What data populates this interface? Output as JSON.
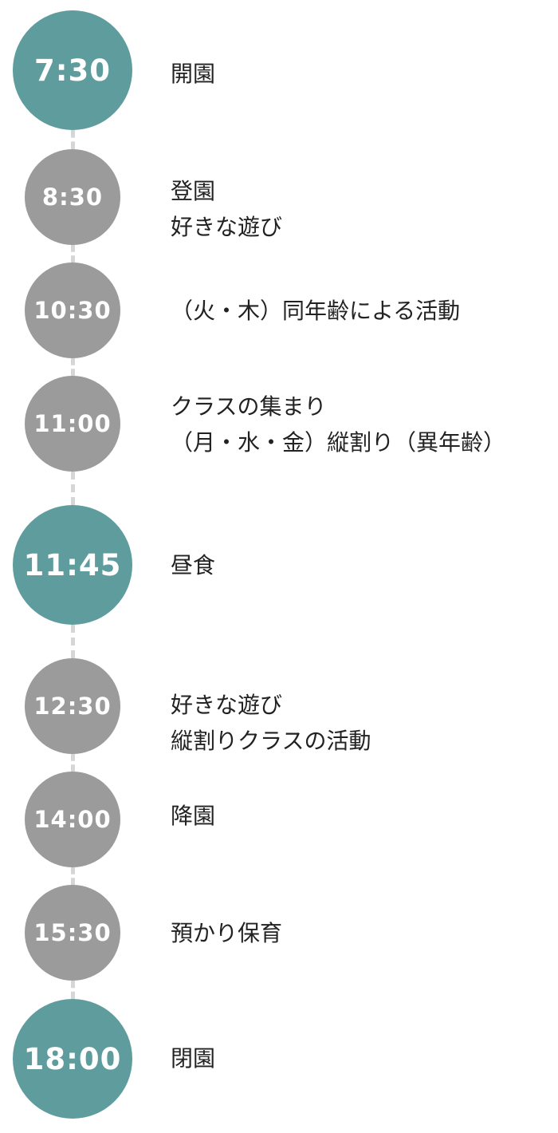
{
  "schedule": [
    {
      "time": "7:30",
      "highlight": true,
      "lines": [
        "開園"
      ]
    },
    {
      "time": "8:30",
      "highlight": false,
      "lines": [
        "登園",
        "好きな遊び"
      ]
    },
    {
      "time": "10:30",
      "highlight": false,
      "lines": [
        "（火・木）同年齢による活動"
      ]
    },
    {
      "time": "11:00",
      "highlight": false,
      "lines": [
        "クラスの集まり",
        "（月・水・金）縦割り（異年齢）"
      ]
    },
    {
      "time": "11:45",
      "highlight": true,
      "lines": [
        "昼食"
      ]
    },
    {
      "time": "12:30",
      "highlight": false,
      "lines": [
        "好きな遊び",
        "縦割りクラスの活動"
      ]
    },
    {
      "time": "14:00",
      "highlight": false,
      "lines": [
        "降園"
      ]
    },
    {
      "time": "15:30",
      "highlight": false,
      "lines": [
        "預かり保育"
      ]
    },
    {
      "time": "18:00",
      "highlight": true,
      "lines": [
        "閉園"
      ]
    }
  ],
  "colors": {
    "highlight_circle": "#5f9c9d",
    "regular_circle": "#9b9b9b",
    "connector": "#d6d6d6",
    "text": "#222222"
  }
}
